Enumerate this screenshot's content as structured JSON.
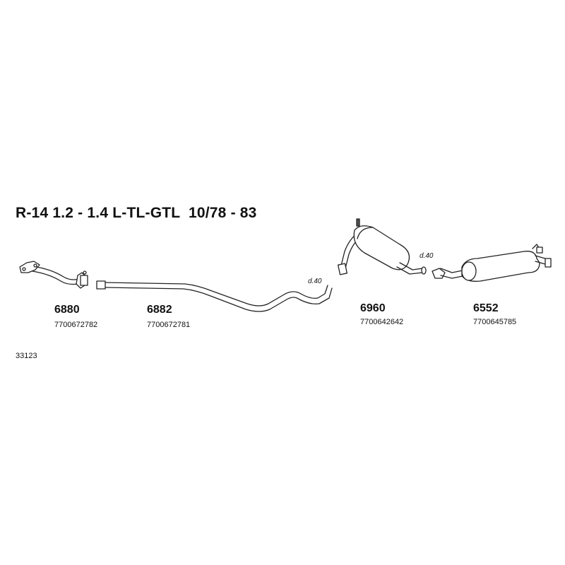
{
  "title": "R-14 1.2 - 1.4 L-TL-GTL  10/78 - 83",
  "reference": "33123",
  "parts": [
    {
      "part_no": "6880",
      "oem": "7700672782"
    },
    {
      "part_no": "6882",
      "oem": "7700672781"
    },
    {
      "part_no": "6960",
      "oem": "7700642642"
    },
    {
      "part_no": "6552",
      "oem": "7700645785"
    }
  ],
  "diameter_labels": [
    "d.40",
    "d.40"
  ]
}
